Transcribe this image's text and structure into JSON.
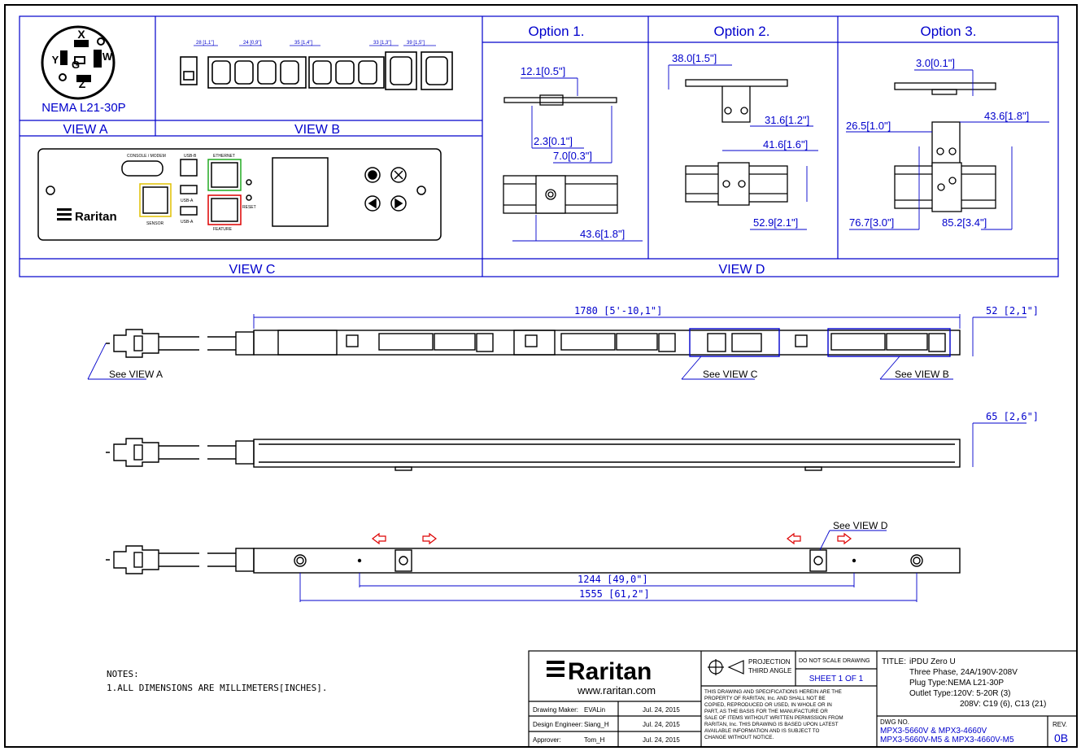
{
  "views": {
    "a_plug_label": "NEMA L21-30P",
    "a_title": "VIEW A",
    "b_title": "VIEW B",
    "c_title": "VIEW C",
    "d_title": "VIEW D",
    "plug_pins": [
      "X",
      "Y",
      "G",
      "W",
      "Z"
    ]
  },
  "view_b_dims": [
    "28 [1,1\"]",
    "24 [0,9\"]",
    "35 [1,4\"]",
    "33 [1,3\"]",
    "39 [1,5\"]"
  ],
  "view_c": {
    "console": "CONSOLE / MODEM",
    "usb_b": "USB-B",
    "ethernet": "ETHERNET",
    "usb_a1": "USB-A",
    "usb_a2": "USB-A",
    "sensor": "SENSOR",
    "feature": "FEATURE",
    "reset": "RESET",
    "brand": "Raritan"
  },
  "options": {
    "o1_title": "Option 1.",
    "o2_title": "Option  2.",
    "o3_title": "Option 3.",
    "o1_d1": "12.1[0.5\"]",
    "o1_d2": "2.3[0.1\"]",
    "o1_d3": "7.0[0.3\"]",
    "o1_d4": "43.6[1.8\"]",
    "o2_d1": "38.0[1.5\"]",
    "o2_d2": "31.6[1.2\"]",
    "o2_d3": "41.6[1.6\"]",
    "o2_d4": "52.9[2.1\"]",
    "o3_d1": "3.0[0.1\"]",
    "o3_d2": "43.6[1.8\"]",
    "o3_d3": "26.5[1.0\"]",
    "o3_d4": "76.7[3.0\"]",
    "o3_d5": "85.2[3.4\"]"
  },
  "main": {
    "length_dim": "1780  [5'-10,1\"]",
    "width_dim": "52  [2,1\"]",
    "depth_dim": "65  [2,6\"]",
    "mount_dim1": "1244  [49,0\"]",
    "mount_dim2": "1555  [61,2\"]",
    "see_a": "See VIEW A",
    "see_b": "See VIEW B",
    "see_c": "See VIEW C",
    "see_d": "See VIEW D"
  },
  "notes": {
    "heading": "NOTES:",
    "line1": "1.ALL  DIMENSIONS  ARE  MILLIMETERS[INCHES]."
  },
  "title_block": {
    "brand": "Raritan",
    "url": "www.raritan.com",
    "drawing_maker_label": "Drawing Maker:",
    "drawing_maker": "EVALin",
    "drawing_maker_date": "Jul. 24, 2015",
    "design_engineer_label": "Design Engineer:",
    "design_engineer": "Siang_H",
    "design_engineer_date": "Jul. 24, 2015",
    "approver_label": "Approver:",
    "approver": "Tom_H",
    "approver_date": "Jul. 24, 2015",
    "projection_line1": "PROJECTION",
    "projection_line2": "THIRD ANGLE",
    "do_not_scale": "DO NOT SCALE DRAWING",
    "sheet": "SHEET 1 OF 1",
    "legal_lines": [
      "THIS DRAWING AND SPECIFICATIONS HEREIN ARE THE",
      "PROPERTY OF RARITAN, Inc. AND SHALL NOT BE",
      "COPIED, REPRODUCED OR USED, IN WHOLE OR IN",
      "PART, AS THE BASIS FOR THE MANUFACTURE OR",
      "SALE OF ITEMS WITHOUT WRITTEN PERMISSION FROM",
      "RARITAN, Inc. THIS DRAWING IS BASED UPON LATEST",
      "AVAILABLE INFORMATION AND IS SUBJECT TO",
      "CHANGE WITHOUT NOTICE."
    ],
    "title_label": "TITLE:",
    "title_lines": [
      "iPDU Zero U",
      "Three Phase, 24A/190V-208V",
      "Plug Type:NEMA L21-30P",
      "Outlet Type:120V: 5-20R (3)",
      "208V: C19 (6), C13 (21)"
    ],
    "dwg_label": "DWG NO.",
    "dwg_line1": "MPX3-5660V & MPX3-4660V",
    "dwg_line2": "MPX3-5660V-M5 & MPX3-4660V-M5",
    "rev_label": "REV.",
    "rev": "0B"
  },
  "colors": {
    "line": "#000000",
    "dim": "#0000cc",
    "frame": "#0000cc",
    "sensor": "#e0c000",
    "ethernet": "#22aa22",
    "feature": "#dd0000"
  }
}
